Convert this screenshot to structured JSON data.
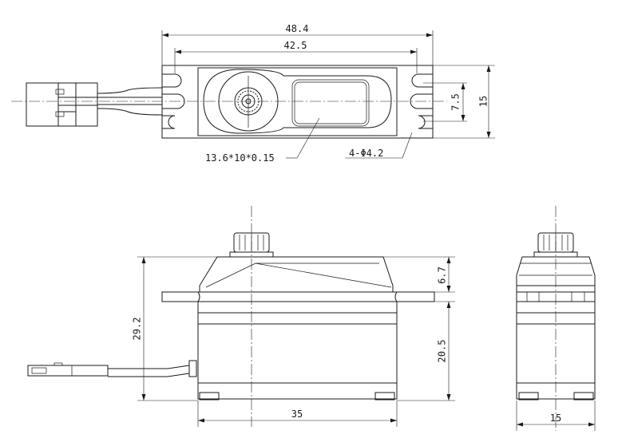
{
  "dimensions": {
    "top_total_width": "48.4",
    "top_hole_spacing": "42.5",
    "top_height": "15",
    "top_hole_pitch": "7.5",
    "spline_note": "13.6*10*0.15",
    "holes_note": "4-Φ4.2",
    "front_height": "29.2",
    "front_top_height": "6.7",
    "front_body_height": "20.5",
    "front_width": "35",
    "side_width": "15"
  }
}
